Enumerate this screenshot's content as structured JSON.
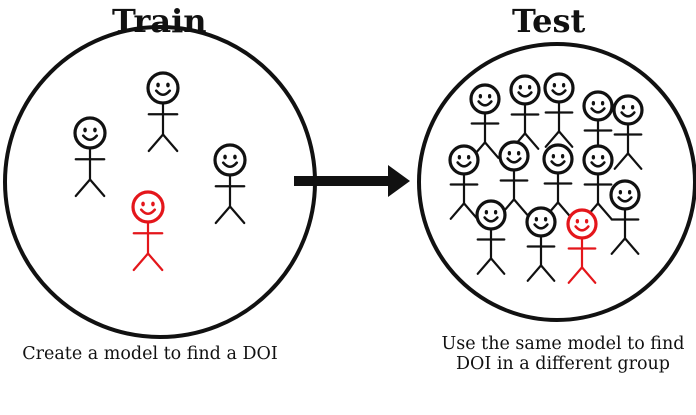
{
  "train": {
    "title": "Train",
    "caption": "Create a model to find a DOI"
  },
  "test": {
    "title": "Test",
    "caption": "Use the same model to find DOI in a different group"
  },
  "colors": {
    "ink": "#111111",
    "highlight": "#e4161b",
    "background": "#ffffff"
  },
  "icons": {
    "person": "stick-figure-icon",
    "arrow": "right-arrow-icon"
  }
}
